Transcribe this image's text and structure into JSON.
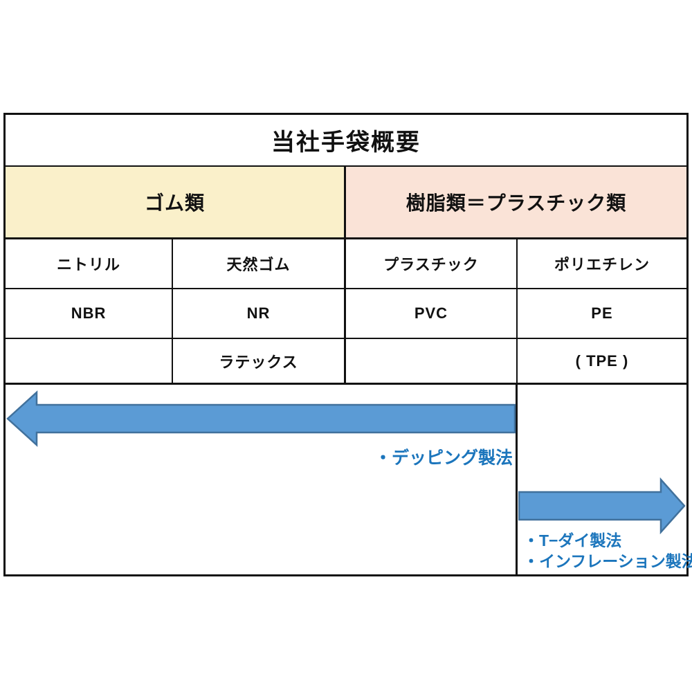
{
  "table": {
    "title": "当社手袋概要",
    "groups": {
      "rubber": "ゴム類",
      "plastic": "樹脂類＝プラスチック類"
    },
    "rows": [
      [
        "ニトリル",
        "天然ゴム",
        "プラスチック",
        "ポリエチレン"
      ],
      [
        "NBR",
        "NR",
        "PVC",
        "PE"
      ],
      [
        "",
        "ラテックス",
        "",
        "( TPE )"
      ]
    ]
  },
  "annotations": {
    "dipping": "・デッピング製法",
    "t_die": "・T−ダイ製法",
    "inflation": "・インフレーション製法"
  },
  "colors": {
    "rubber_bg": "#FAF0CA",
    "plastic_bg": "#FAE3D7",
    "arrow_fill": "#5B9BD5",
    "arrow_stroke": "#41719C",
    "label_blue": "#1B75BC"
  }
}
